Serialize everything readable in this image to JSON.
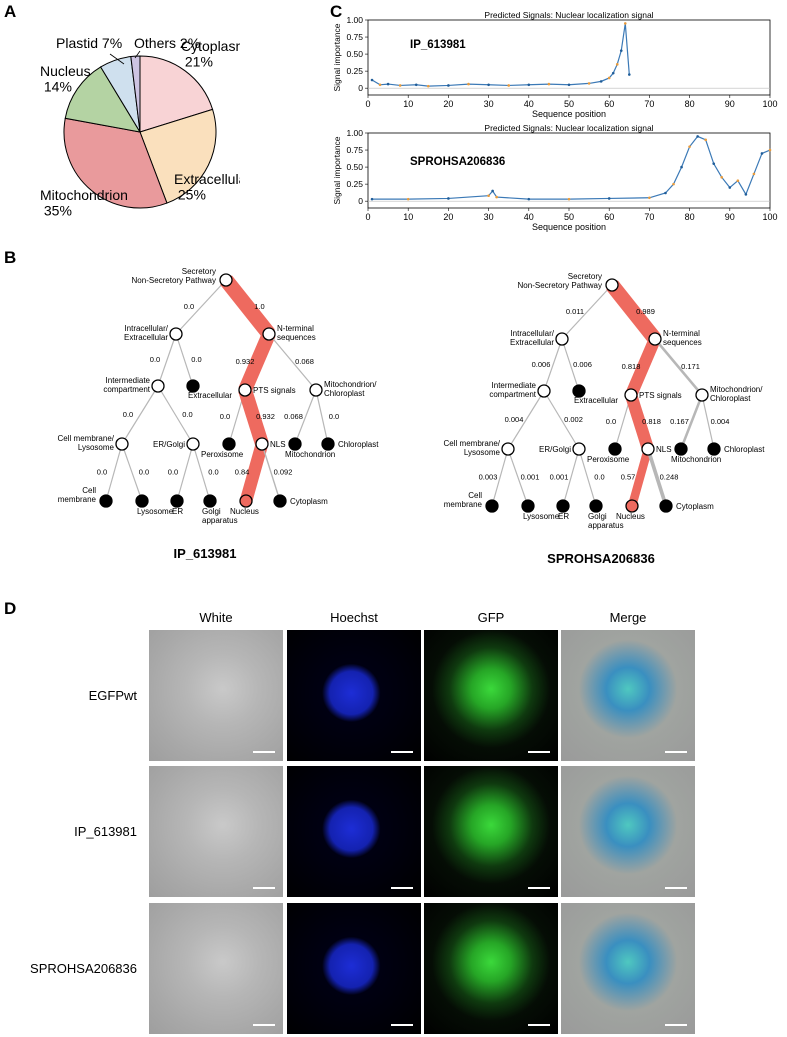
{
  "panels": {
    "a": "A",
    "b": "B",
    "c": "C",
    "d": "D"
  },
  "chart_data": [
    {
      "type": "pie",
      "categories": [
        "Cytoplasm",
        "Extracellular",
        "Mitochondrion",
        "Nucleus",
        "Plastid",
        "Others"
      ],
      "values": [
        21,
        25,
        35,
        14,
        7,
        2
      ],
      "labels": [
        {
          "name": "Cytoplasm",
          "pct": "21%"
        },
        {
          "name": "Extracellular",
          "pct": "25%"
        },
        {
          "name": "Mitochondrion",
          "pct": "35%"
        },
        {
          "name": "Nucleus",
          "pct": "14%"
        },
        {
          "name": "Plastid 7%",
          "pct": ""
        },
        {
          "name": "Others 2%",
          "pct": ""
        }
      ],
      "colors": [
        "#f8d3d5",
        "#fae0bd",
        "#e99a9c",
        "#b4d3a3",
        "#cfe0ee",
        "#cdc4e2"
      ]
    },
    {
      "type": "line",
      "title": "Predicted Signals: Nuclear localization signal",
      "protein": "IP_613981",
      "xlabel": "Sequence position",
      "ylabel": "Signal importance",
      "xlim": [
        0,
        100
      ],
      "ylim": [
        -0.1,
        1.0
      ],
      "xticks": [
        "0",
        "10",
        "20",
        "30",
        "40",
        "50",
        "60",
        "70",
        "80",
        "90",
        "100"
      ],
      "yticks": [
        "0",
        "0.25",
        "0.50",
        "0.75",
        "1.00"
      ],
      "x": [
        1,
        3,
        5,
        8,
        12,
        15,
        20,
        25,
        30,
        35,
        40,
        45,
        50,
        55,
        58,
        60,
        61,
        62,
        63,
        64,
        65
      ],
      "y": [
        0.12,
        0.05,
        0.06,
        0.04,
        0.05,
        0.03,
        0.04,
        0.06,
        0.05,
        0.04,
        0.05,
        0.06,
        0.05,
        0.07,
        0.1,
        0.15,
        0.22,
        0.35,
        0.55,
        0.95,
        0.2
      ]
    },
    {
      "type": "line",
      "title": "Predicted Signals: Nuclear localization signal",
      "protein": "SPROHSA206836",
      "xlabel": "Sequence position",
      "ylabel": "Signal importance",
      "xlim": [
        0,
        100
      ],
      "ylim": [
        -0.1,
        1.0
      ],
      "xticks": [
        "0",
        "10",
        "20",
        "30",
        "40",
        "50",
        "60",
        "70",
        "80",
        "90",
        "100"
      ],
      "yticks": [
        "0",
        "0.25",
        "0.50",
        "0.75",
        "1.00"
      ],
      "x": [
        1,
        10,
        20,
        30,
        31,
        32,
        40,
        50,
        60,
        70,
        74,
        76,
        78,
        80,
        82,
        84,
        86,
        88,
        90,
        92,
        94,
        96,
        98,
        100
      ],
      "y": [
        0.03,
        0.03,
        0.04,
        0.08,
        0.15,
        0.06,
        0.03,
        0.03,
        0.04,
        0.05,
        0.12,
        0.25,
        0.5,
        0.8,
        0.95,
        0.9,
        0.55,
        0.35,
        0.2,
        0.3,
        0.1,
        0.4,
        0.7,
        0.75
      ]
    }
  ],
  "tree": {
    "nodes": {
      "root": "Secretory\nNon-Secretory Pathway",
      "intra": "Intracellular/\nExtracellular",
      "nterm": "N-terminal\nsequences",
      "inter": "Intermediate\ncompartment",
      "extra": "Extracellular",
      "pts": "PTS signals",
      "mito_chloro": "Mitochondrion/\nChloroplast",
      "cellmem_lyso": "Cell membrane/\nLysosome",
      "ergolgi": "ER/Golgi",
      "perox": "Peroxisome",
      "nls": "NLS",
      "mito": "Mitochondrion",
      "chloro": "Chloroplast",
      "cellmem": "Cell\nmembrane",
      "lyso": "Lysosome",
      "er": "ER",
      "golgi": "Golgi\napparatus",
      "nucleus": "Nucleus",
      "cyto": "Cytoplasm"
    },
    "left": {
      "title": "IP_613981",
      "edges": {
        "root_intra": "0.0",
        "root_nterm": "1.0",
        "intra_inter": "0.0",
        "intra_extra": "0.0",
        "nterm_pts": "0.932",
        "nterm_mc": "0.068",
        "inter_cml": "0.0",
        "inter_er": "0.0",
        "pts_perox": "0.0",
        "pts_nls": "0.932",
        "mc_mito": "0.068",
        "mc_chloro": "0.0",
        "cml_cellmem": "0.0",
        "cml_lyso": "0.0",
        "er_er": "0.0",
        "er_golgi": "0.0",
        "nls_nucleus": "0.84",
        "nls_cyto": "0.092"
      }
    },
    "right": {
      "title": "SPROHSA206836",
      "edges": {
        "root_intra": "0.011",
        "root_nterm": "0.989",
        "intra_inter": "0.006",
        "intra_extra": "0.006",
        "nterm_pts": "0.818",
        "nterm_mc": "0.171",
        "inter_cml": "0.004",
        "inter_er": "0.002",
        "pts_perox": "0.0",
        "pts_nls": "0.818",
        "mc_mito": "0.167",
        "mc_chloro": "0.004",
        "cml_cellmem": "0.003",
        "cml_lyso": "0.001",
        "er_er": "0.001",
        "er_golgi": "0.0",
        "nls_nucleus": "0.57",
        "nls_cyto": "0.248"
      }
    }
  },
  "microscopy": {
    "columns": [
      "White",
      "Hoechst",
      "GFP",
      "Merge"
    ],
    "rows": [
      "EGFPwt",
      "IP_613981",
      "SPROHSA206836"
    ]
  }
}
